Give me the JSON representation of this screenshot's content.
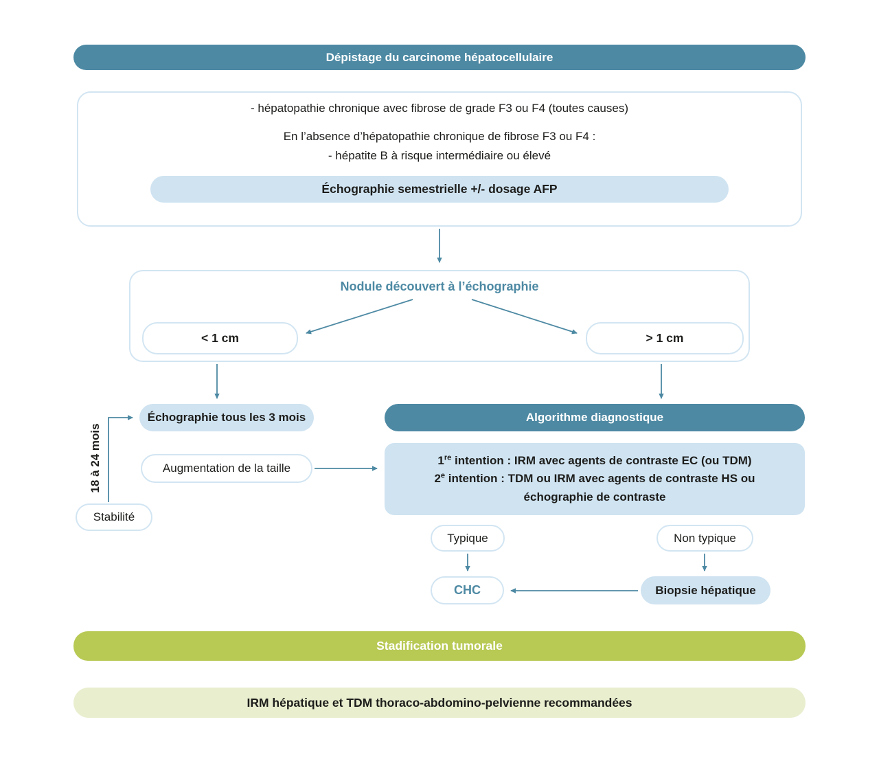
{
  "title_bar": "Dépistage du carcinome hépatocellulaire",
  "criteria": {
    "line1": "-  hépatopathie chronique avec fibrose de grade F3 ou F4 (toutes causes)",
    "line2": "En l’absence d’hépatopathie chronique de fibrose F3 ou F4 :",
    "line3": "- hépatite B à risque intermédiaire ou élevé",
    "echo_pill": "Échographie semestrielle +/- dosage AFP"
  },
  "nodule": {
    "title": "Nodule découvert à l’échographie",
    "lt1cm": "< 1 cm",
    "gt1cm": "> 1 cm"
  },
  "surveillance": {
    "echo_3_mois": "Échographie tous les 3 mois",
    "augmentation": "Augmentation de la taille",
    "stabilite": "Stabilité",
    "duree": "18 à 24 mois"
  },
  "diagnostic": {
    "algo_title": "Algorithme diagnostique",
    "intent1_num": "1",
    "intent1_sup": "re",
    "intent1_rest": " intention : IRM avec agents de contraste EC (ou TDM)",
    "intent2_num": "2",
    "intent2_sup": "e",
    "intent2_rest": " intention : TDM ou IRM avec agents de contraste HS ou échographie de contraste",
    "typique": "Typique",
    "non_typique": "Non typique",
    "chc": "CHC",
    "biopsie": "Biopsie hépatique"
  },
  "staging": {
    "title": "Stadification tumorale",
    "recommandation": "IRM hépatique et TDM thoraco-abdomino-pelvienne recommandées"
  },
  "colors": {
    "teal": "#4d89a3",
    "light_blue": "#cfe3f1",
    "olive": "#b8c954",
    "pale_olive": "#e9eecf"
  }
}
